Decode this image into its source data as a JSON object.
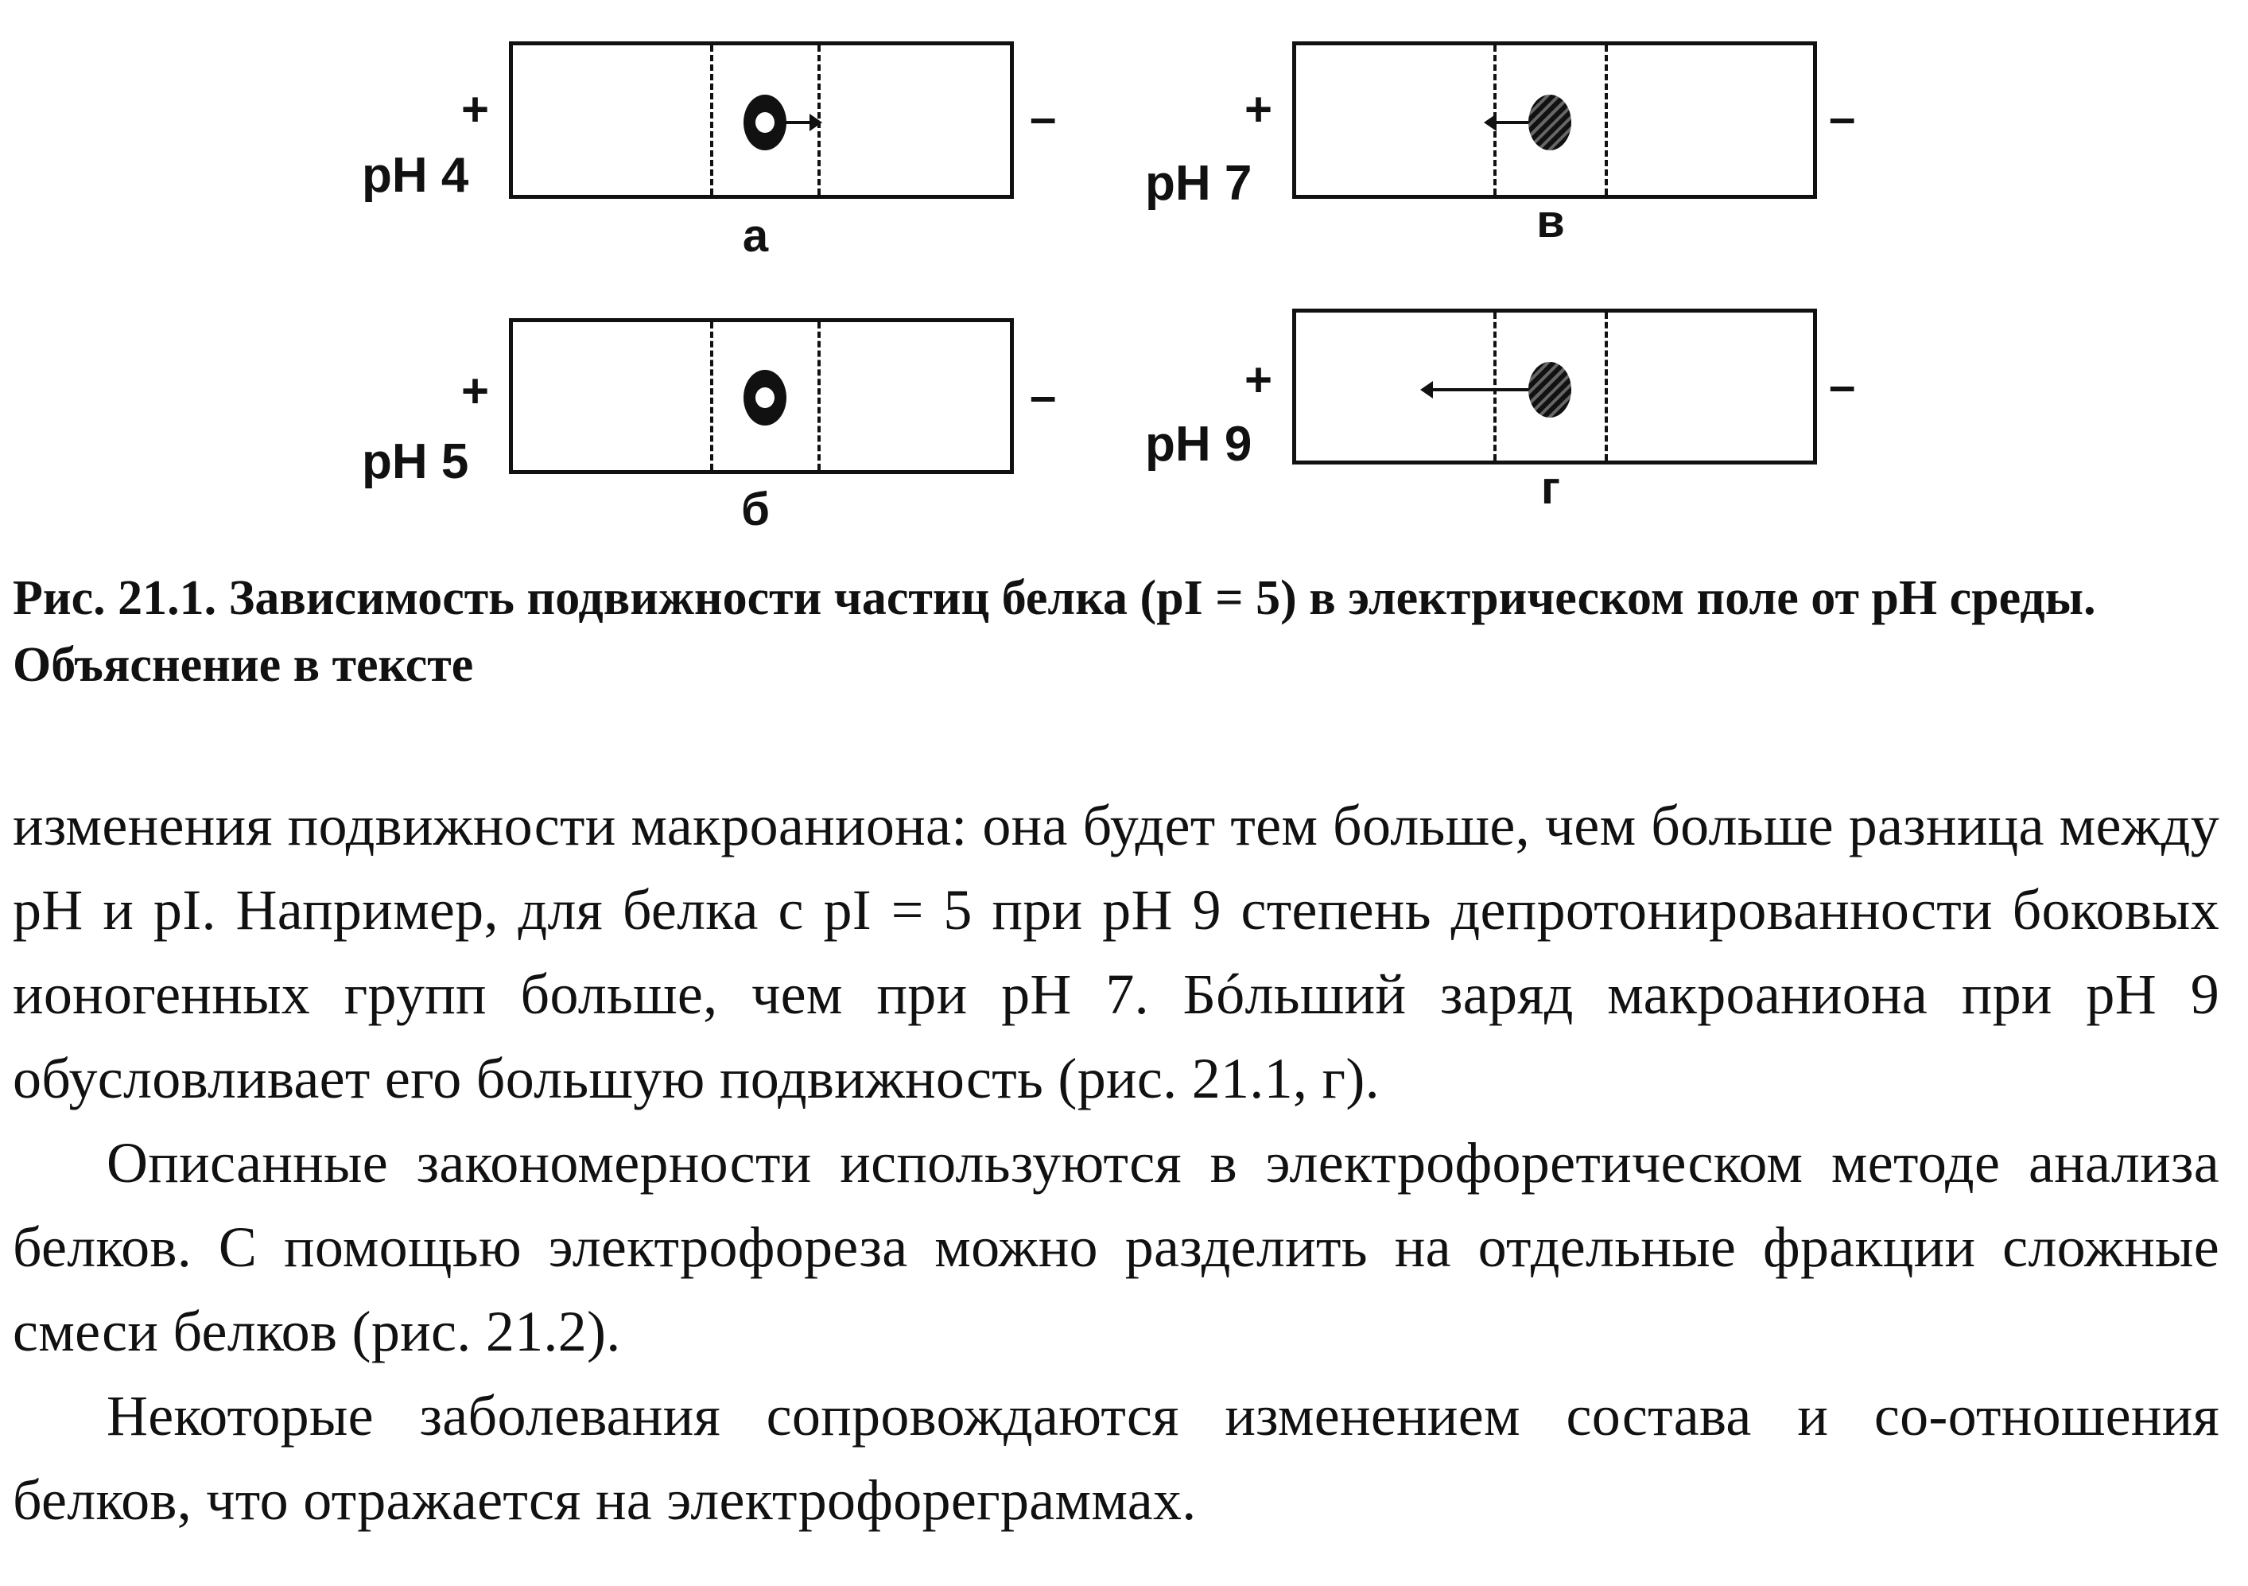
{
  "figure": {
    "panels": [
      {
        "id": "a",
        "ph": "pH 4",
        "plus": "+",
        "minus": "–",
        "letter": "а",
        "migration": "toward cathode"
      },
      {
        "id": "v",
        "ph": "pH 7",
        "plus": "+",
        "minus": "–",
        "letter": "в",
        "migration": "toward anode"
      },
      {
        "id": "b",
        "ph": "pH 5",
        "plus": "+",
        "minus": "–",
        "letter": "б",
        "migration": "none"
      },
      {
        "id": "g",
        "ph": "pH 9",
        "plus": "+",
        "minus": "–",
        "letter": "г",
        "migration": "toward anode, longer"
      }
    ]
  },
  "caption": {
    "label": "Рис. 21.1.",
    "text": "Зависимость подвижности частиц белка (pI = 5) в электрическом поле от pH среды. Объяснение в тексте"
  },
  "paragraphs": [
    "изменения подвижности макроаниона: она будет тем больше, чем больше разница между pH и pI. Например, для белка с pI = 5 при pH 9 степень депротонированности боковых ионогенных групп больше, чем при pH 7. Бóльший заряд макроаниона при pH 9 обусловливает его большую подвижность (рис. 21.1, г).",
    "Описанные закономерности используются в электрофоретическом методе анализа белков. С помощью электрофореза можно разделить на отдельные фракции сложные смеси белков (рис. 21.2).",
    "Некоторые заболевания сопровождаются изменением состава и со-отношения белков, что отражается на электрофореграммах."
  ]
}
